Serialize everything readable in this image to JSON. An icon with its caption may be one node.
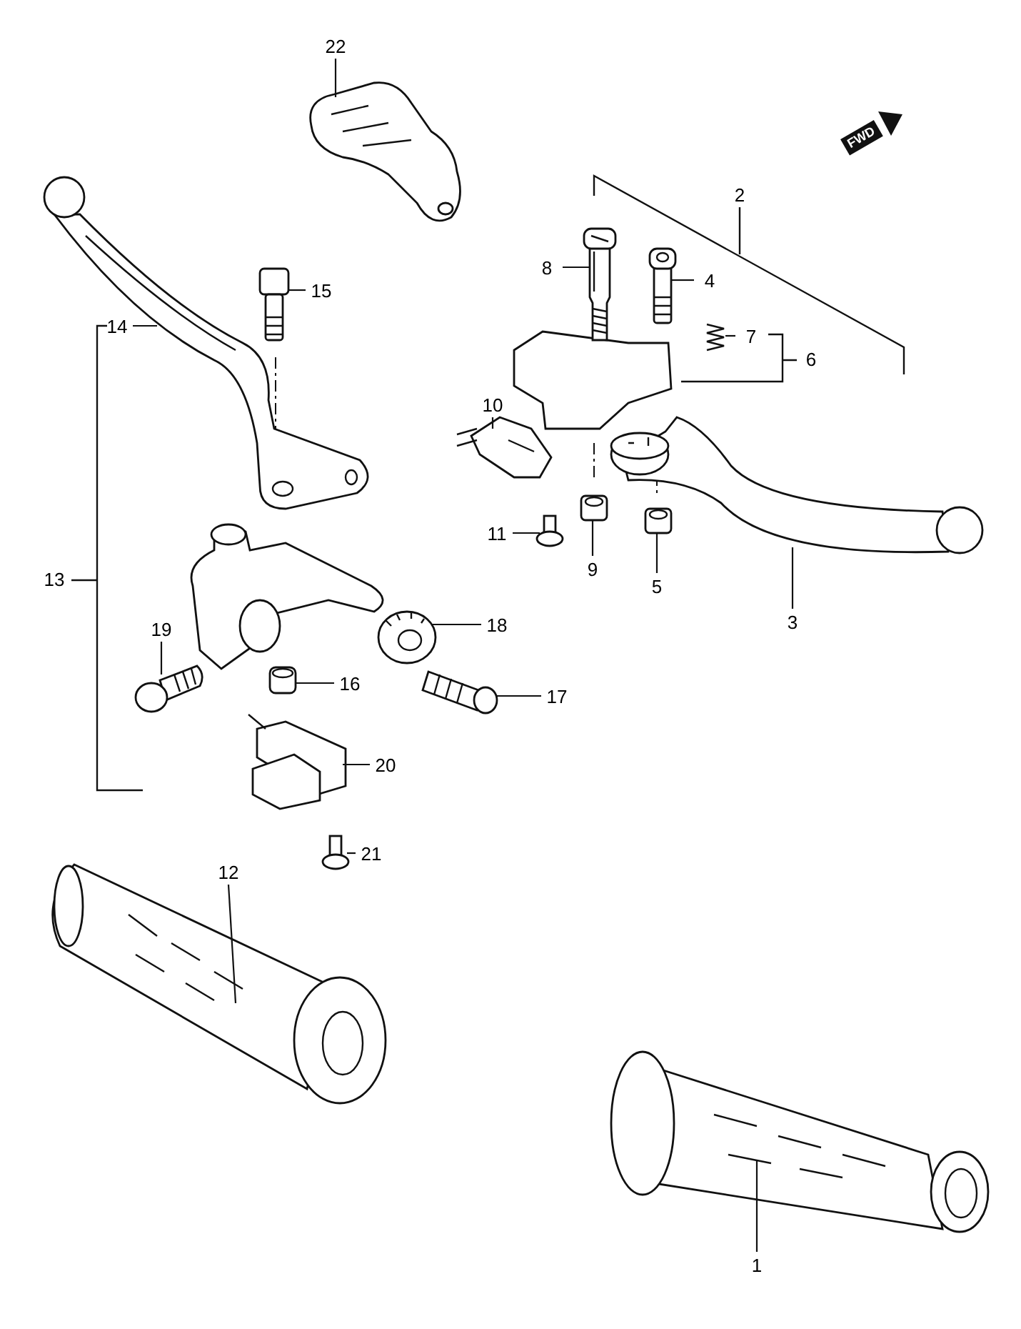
{
  "diagram": {
    "nodes": [
      {
        "text": [
          "22"
        ]
      },
      {
        "text": [],
        "shape": "picture"
      },
      {
        "text": [
          "15"
        ]
      },
      {
        "text": [],
        "shape": "picture"
      },
      {
        "text": [
          "8"
        ]
      },
      {
        "text": [],
        "shape": "picture"
      },
      {
        "text": [
          "4"
        ]
      },
      {
        "text": [],
        "shape": "picture"
      },
      {
        "text": [
          "7"
        ]
      },
      {
        "text": [],
        "shape": "picture"
      },
      {
        "text": [
          "14"
        ]
      },
      {
        "text": [],
        "shape": "picture"
      },
      {
        "text": [
          "10"
        ]
      },
      {
        "text": [],
        "shape": "picture"
      },
      {
        "text": [
          "11"
        ]
      },
      {
        "text": [],
        "shape": "picture"
      },
      {
        "text": [
          "9"
        ]
      },
      {
        "text": [],
        "shape": "picture"
      },
      {
        "text": [
          "5"
        ]
      },
      {
        "text": [],
        "shape": "picture"
      },
      {
        "text": [
          "3"
        ]
      },
      {
        "text": [],
        "shape": "picture"
      },
      {
        "text": [
          "19"
        ]
      },
      {
        "text": [],
        "shape": "picture"
      },
      {
        "text": [
          "18"
        ]
      },
      {
        "text": [],
        "shape": "picture"
      },
      {
        "text": [
          "16"
        ]
      },
      {
        "text": [],
        "shape": "picture"
      },
      {
        "text": [
          "17"
        ]
      },
      {
        "text": [],
        "shape": "picture"
      },
      {
        "text": [
          "20"
        ]
      },
      {
        "text": [],
        "shape": "picture"
      },
      {
        "text": [
          "21"
        ]
      },
      {
        "text": [],
        "shape": "picture"
      },
      {
        "text": [
          "12"
        ]
      },
      {
        "text": [],
        "shape": "picture"
      },
      {
        "text": [
          "1"
        ]
      },
      {
        "text": [],
        "shape": "picture"
      }
    ],
    "edges": [
      {
        "from": 0,
        "to": 1,
        "arrow": "none"
      },
      {
        "from": 2,
        "to": 3,
        "arrow": "none"
      },
      {
        "from": 4,
        "to": 5,
        "arrow": "none"
      },
      {
        "from": 6,
        "to": 7,
        "arrow": "none"
      },
      {
        "from": 8,
        "to": 9,
        "arrow": "none"
      },
      {
        "from": 10,
        "to": 11,
        "arrow": "none"
      },
      {
        "from": 12,
        "to": 13,
        "arrow": "none"
      },
      {
        "from": 14,
        "to": 15,
        "arrow": "none"
      },
      {
        "from": 16,
        "to": 17,
        "arrow": "none"
      },
      {
        "from": 18,
        "to": 19,
        "arrow": "none"
      },
      {
        "from": 20,
        "to": 21,
        "arrow": "none"
      },
      {
        "from": 22,
        "to": 23,
        "arrow": "none"
      },
      {
        "from": 24,
        "to": 25,
        "arrow": "none"
      },
      {
        "from": 26,
        "to": 27,
        "arrow": "none"
      },
      {
        "from": 28,
        "to": 29,
        "arrow": "none"
      },
      {
        "from": 30,
        "to": 31,
        "arrow": "none"
      },
      {
        "from": 32,
        "to": 33,
        "arrow": "none"
      },
      {
        "from": 34,
        "to": 35,
        "arrow": "none"
      },
      {
        "from": 36,
        "to": 37,
        "arrow": "none"
      }
    ],
    "labels": [
      "FWD",
      "2",
      "6",
      "13"
    ]
  }
}
